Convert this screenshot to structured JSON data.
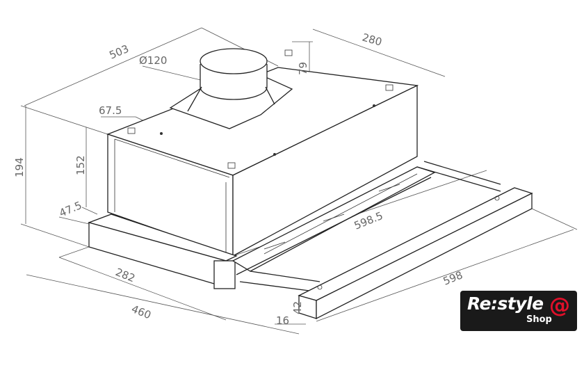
{
  "dimensions": {
    "depth_total": "503",
    "width_top": "280",
    "duct_diameter": "Ø120",
    "duct_height": "79",
    "duct_offset": "67.5",
    "height_total": "194",
    "height_body": "152",
    "front_depth": "47.5",
    "base_width": "282",
    "body_width": "460",
    "rail_length": "598.5",
    "front_width": "598",
    "front_height": "42",
    "front_thickness": "16"
  },
  "logo": {
    "main": "Re:style",
    "sub": "Shop",
    "symbol": "@"
  }
}
